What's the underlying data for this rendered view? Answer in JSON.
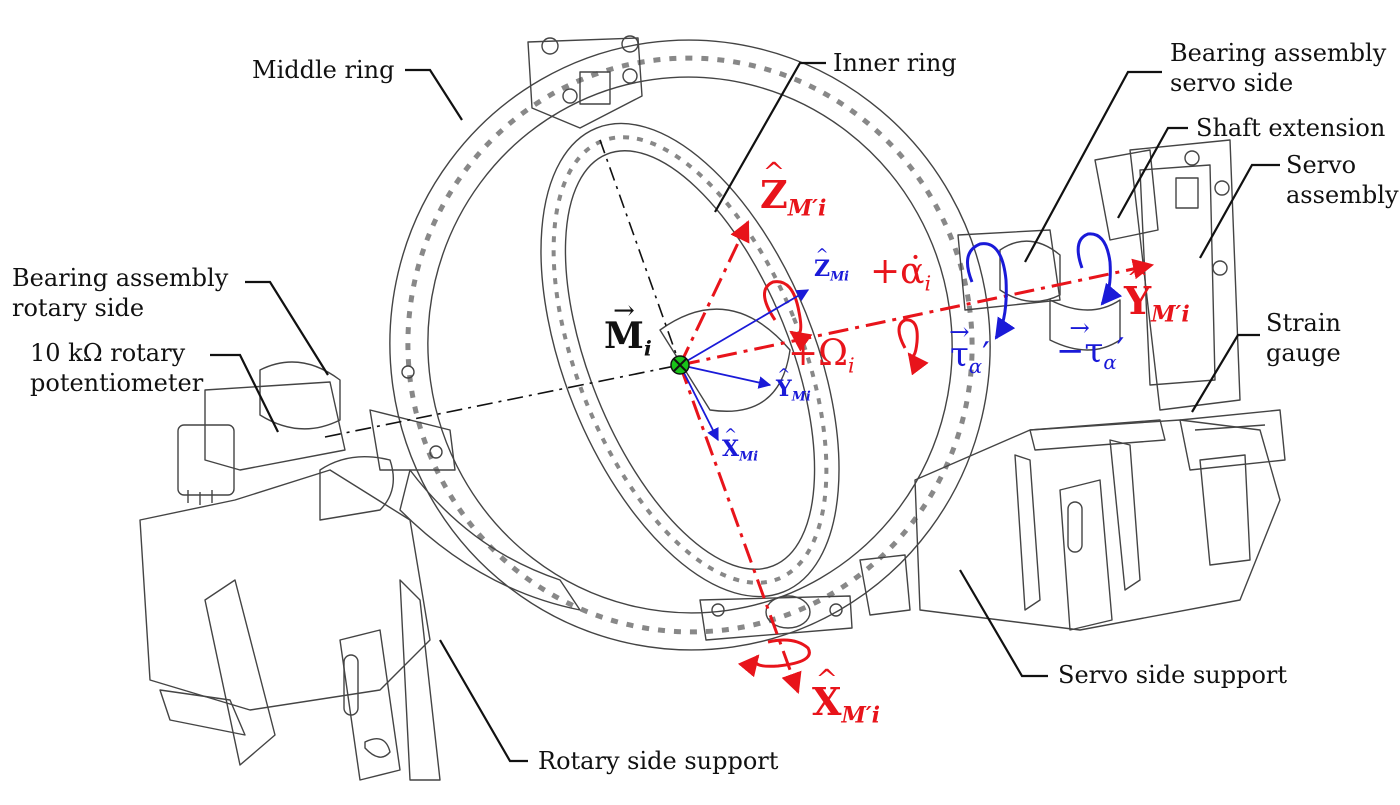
{
  "figure": {
    "colors": {
      "frame_axes": "#e8141b",
      "body_axes": "#1a1ad8",
      "drawing": "#444444",
      "leader": "#111111",
      "origin_marker": "#19c319"
    },
    "callouts": {
      "middle_ring": "Middle ring",
      "inner_ring": "Inner ring",
      "bearing_servo_line1": "Bearing assembly",
      "bearing_servo_line2": "servo side",
      "shaft_extension": "Shaft extension",
      "servo_assembly_line1": "Servo",
      "servo_assembly_line2": "assembly",
      "bearing_rotary_line1": "Bearing assembly",
      "bearing_rotary_line2": "rotary side",
      "potentiometer_line1": "10 kΩ rotary",
      "potentiometer_line2": "potentiometer",
      "strain_gauge_line1": "Strain",
      "strain_gauge_line2": "gauge",
      "servo_side_support": "Servo side support",
      "rotary_side_support": "Rotary side support"
    },
    "symbols": {
      "z_frame": {
        "base": "Z",
        "sub": "M′i"
      },
      "y_frame": {
        "base": "Y",
        "sub": "M′i"
      },
      "x_frame": {
        "base": "X",
        "sub": "M′i"
      },
      "z_body": {
        "base": "Z",
        "sub": "Mi"
      },
      "y_body": {
        "base": "Y",
        "sub": "Mi"
      },
      "x_body": {
        "base": "X",
        "sub": "Mi"
      },
      "origin": {
        "base": "M",
        "sub": "i"
      },
      "alpha_dot": {
        "text": "+α̇",
        "sub": "i"
      },
      "omega": {
        "text": "+Ω",
        "sub": "i"
      },
      "tau_pos": {
        "text": "τ",
        "sub": "α",
        "prime": "′"
      },
      "tau_neg": {
        "text": "−τ",
        "sub": "α",
        "prime": "′"
      }
    }
  }
}
